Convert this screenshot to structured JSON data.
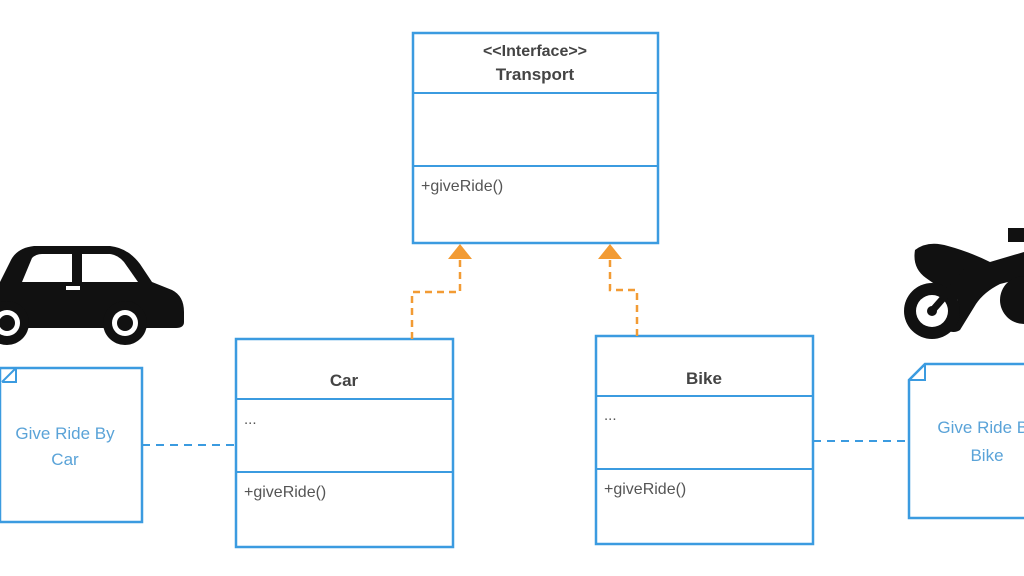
{
  "colors": {
    "box_border": "#3b9be0",
    "note_text": "#5aa3d8",
    "class_text": "#444444",
    "member_text": "#555555",
    "realization_arrow": "#f29b34",
    "icon_fill": "#111111"
  },
  "icons": {
    "car": "car-icon",
    "bike": "motorbike-icon"
  },
  "interface": {
    "stereotype": "<<Interface>>",
    "name": "Transport",
    "attributes": "",
    "methods": "+giveRide()"
  },
  "classes": {
    "car": {
      "name": "Car",
      "attributes": "...",
      "methods": "+giveRide()"
    },
    "bike": {
      "name": "Bike",
      "attributes": "...",
      "methods": "+giveRide()"
    }
  },
  "notes": {
    "car": {
      "line1": "Give Ride By",
      "line2": "Car"
    },
    "bike": {
      "line1": "Give Ride By",
      "line2": "Bike"
    }
  }
}
